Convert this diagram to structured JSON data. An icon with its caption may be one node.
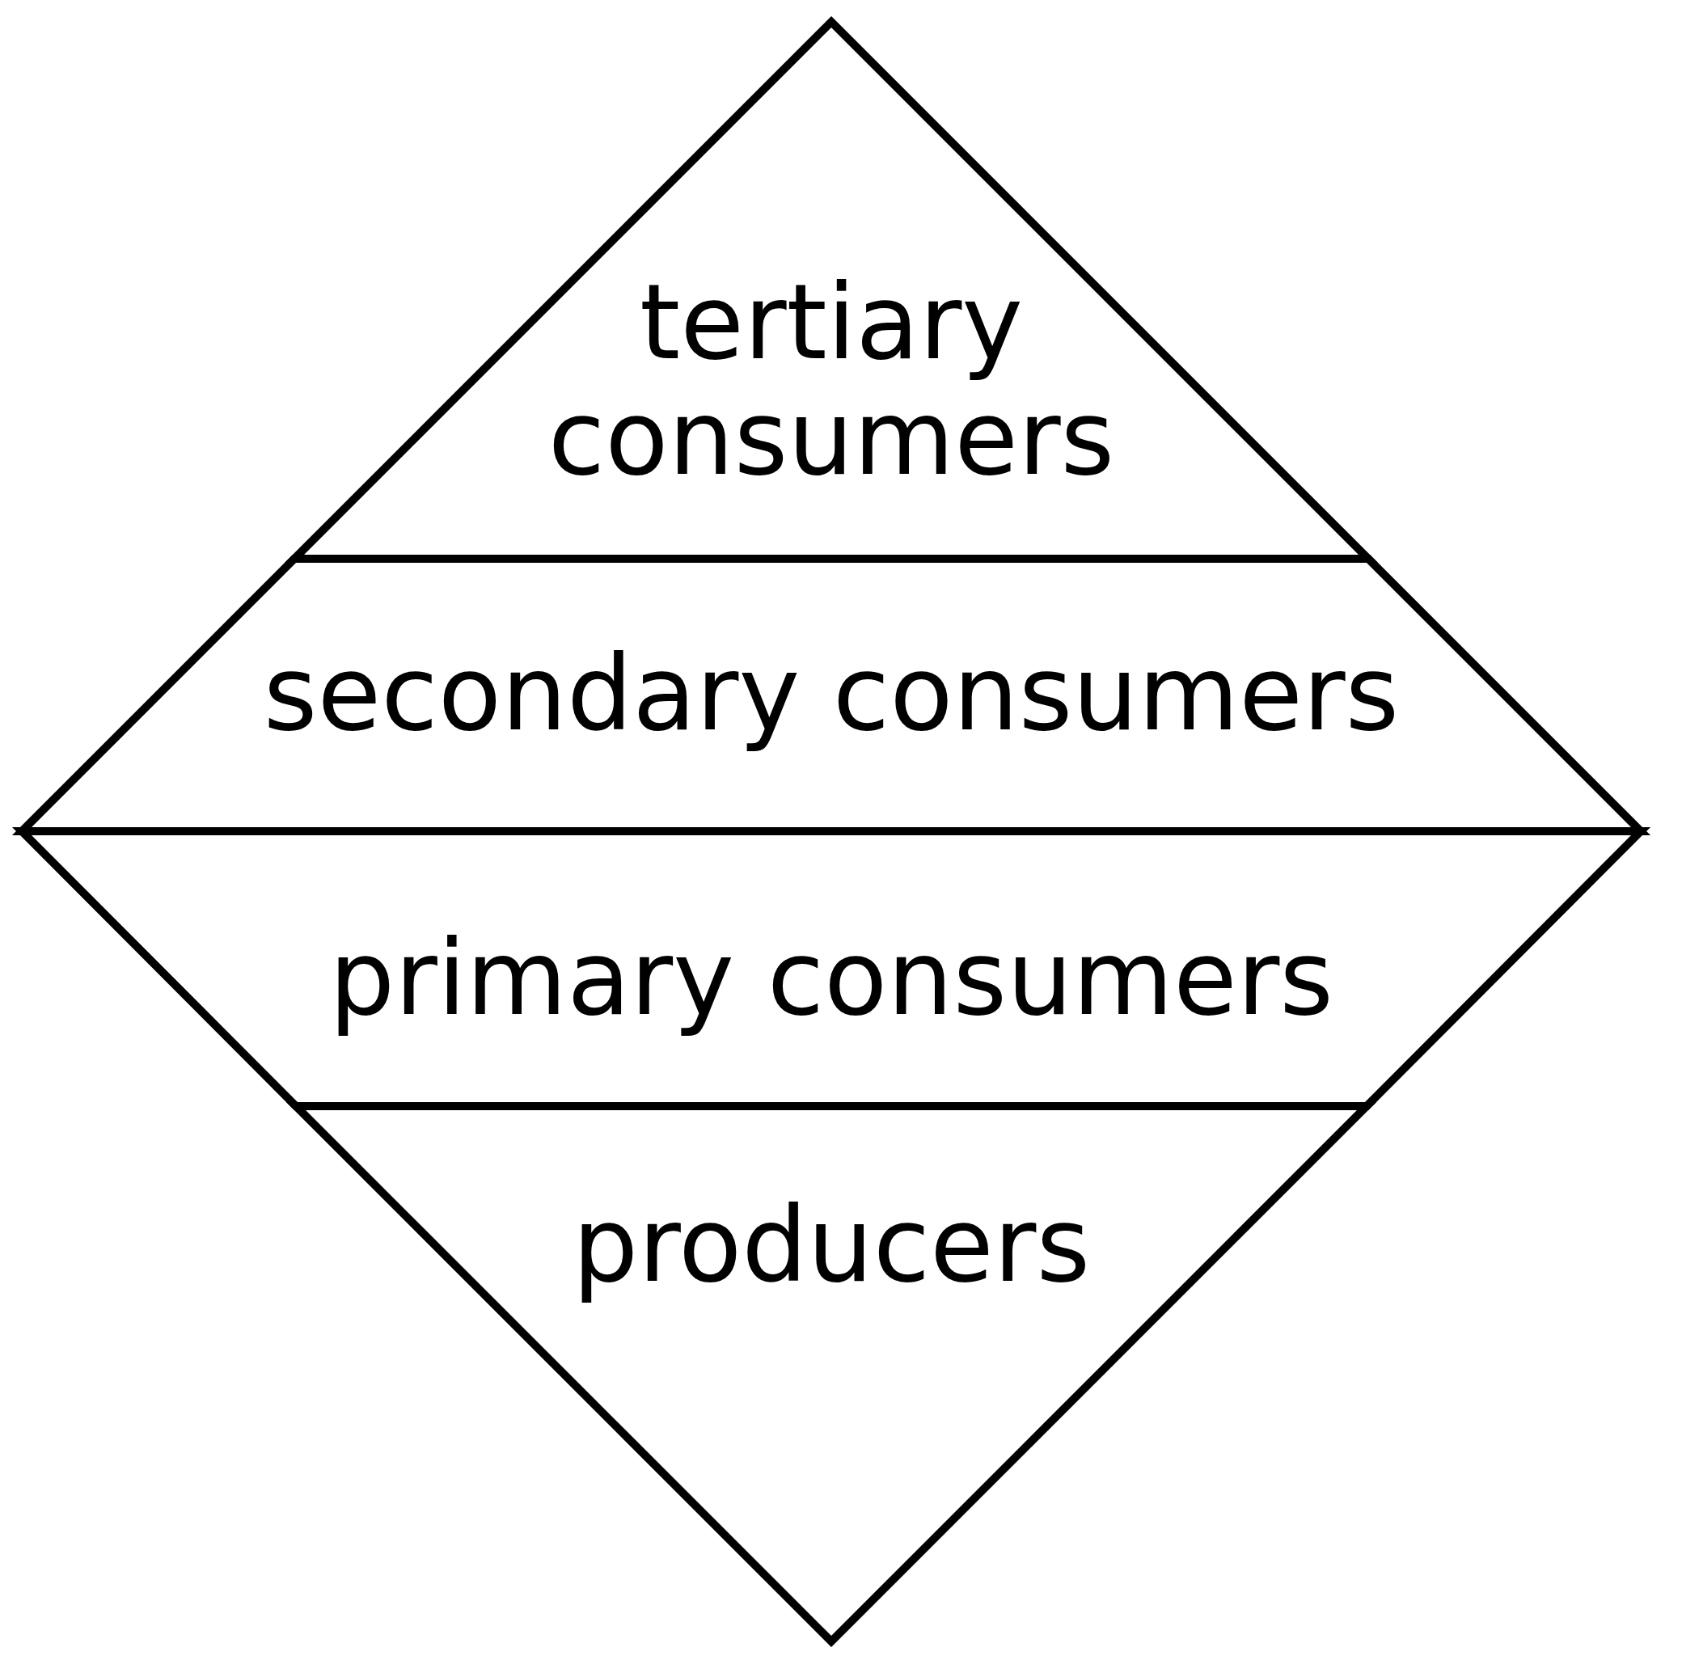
{
  "diagram": {
    "nodes": [
      {
        "text": [
          "tertiary consumers"
        ]
      },
      {
        "text": [
          "secondary consumers"
        ]
      },
      {
        "text": [
          "primary consumers"
        ]
      },
      {
        "text": [
          "producers"
        ]
      }
    ]
  }
}
